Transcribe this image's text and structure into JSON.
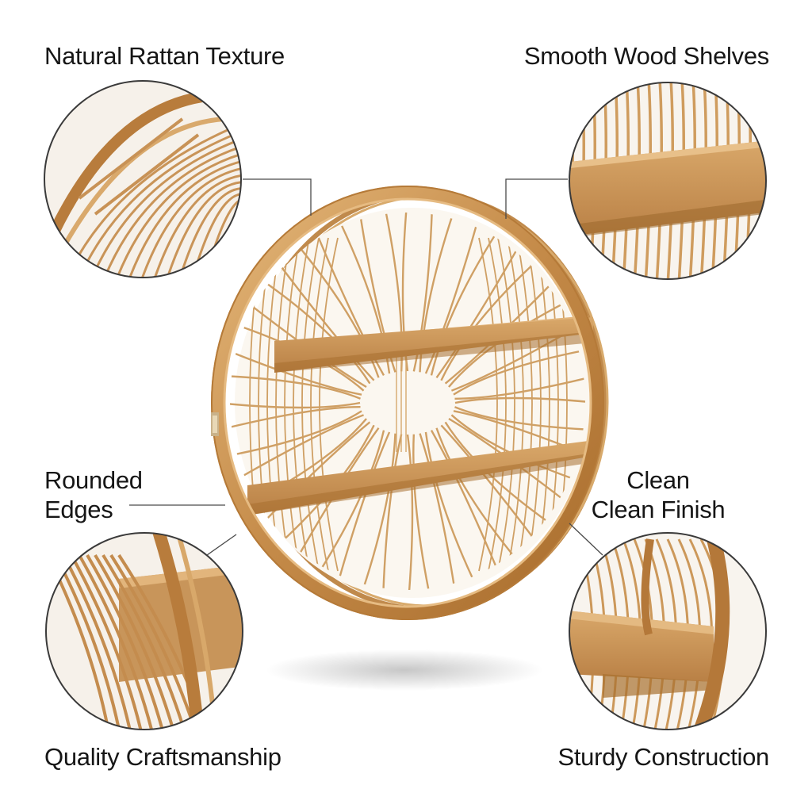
{
  "features": {
    "top_left": "Natural Rattan Texture",
    "top_right": "Smooth Wood Shelves",
    "middle_left_line1": "Rounded",
    "middle_left_line2": "Edges",
    "middle_right_line1": "Clean",
    "middle_right_line2": "Clean Finish",
    "bottom_left": "Quality Craftsmanship",
    "bottom_right": "Sturdy Construction"
  },
  "colors": {
    "rattan_light": "#e8c48e",
    "rattan_mid": "#c9934f",
    "rattan_dark": "#a8702f",
    "wood_shelf": "#c8955a",
    "circle_border": "#3a3a3a",
    "callout_line": "#4a4a4a",
    "background": "#ffffff"
  },
  "product": "round-rattan-wall-shelf"
}
